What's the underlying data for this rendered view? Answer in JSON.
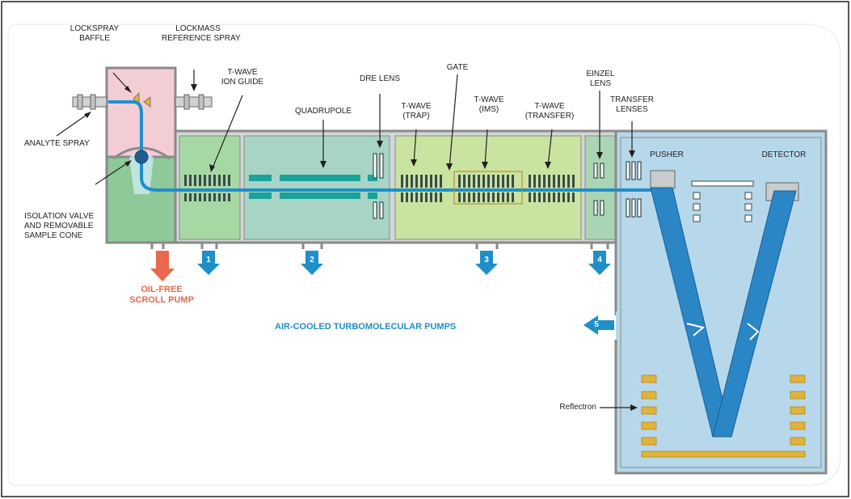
{
  "labels": {
    "lockspray_baffle": "LOCKSPRAY\nBAFFLE",
    "lockmass_reference_spray": "LOCKMASS\nREFERENCE SPRAY",
    "analyte_spray": "ANALYTE SPRAY",
    "isolation_valve": "ISOLATION VALVE\nAND REMOVABLE\nSAMPLE CONE",
    "twave_ion_guide": "T-WAVE\nION GUIDE",
    "quadrupole": "QUADRUPOLE",
    "dre_lens": "DRE LENS",
    "twave_trap": "T-WAVE\n(TRAP)",
    "gate": "GATE",
    "twave_ims": "T-WAVE\n(IMS)",
    "twave_transfer": "T-WAVE\n(TRANSFER)",
    "einzel_lens": "EINZEL\nLENS",
    "transfer_lenses": "TRANSFER\nLENSES",
    "pusher": "PUSHER",
    "detector": "DETECTOR",
    "reflectron": "Reflectron",
    "oil_free_scroll_pump": "OIL-FREE\nSCROLL PUMP",
    "turbo_pumps": "AIR-COOLED TURBOMOLECULAR PUMPS"
  },
  "pumps": [
    "1",
    "2",
    "3",
    "4",
    "5"
  ],
  "colors": {
    "source_pink": "#f3cdd6",
    "source_green": "#8ec99a",
    "ion_guide_green": "#a6d8a4",
    "quad_teal": "#a8d4c6",
    "twave_yellowgreen": "#c9e4a0",
    "einzel_green": "#a9d5b5",
    "tof_blue": "#b6d8ea",
    "ion_path": "#1f8fc8",
    "flight_path": "#2a86c5",
    "reflectron_gold": "#e2b33a",
    "quad_rods": "#1aa39a",
    "scroll_pump": "#e8694d",
    "turbo_pump": "#1f8fc8"
  }
}
